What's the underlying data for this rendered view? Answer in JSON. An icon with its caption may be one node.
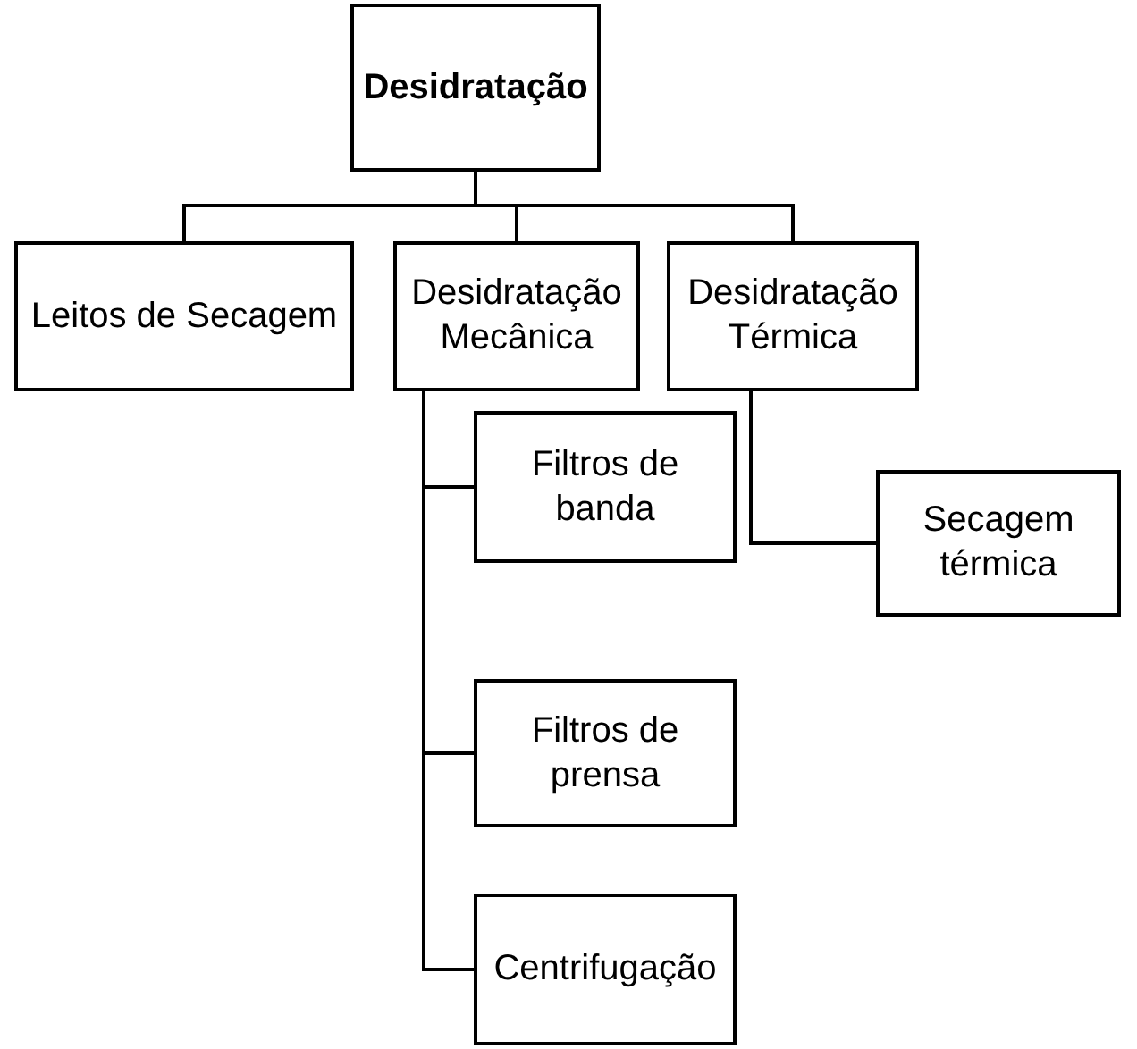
{
  "diagram": {
    "nodes": [
      {
        "text": [
          "Desidratação"
        ]
      },
      {
        "text": [
          "Leitos de Secagem"
        ]
      },
      {
        "text": [
          "Desidratação Mecânica"
        ]
      },
      {
        "text": [
          "Desidratação Térmica"
        ]
      },
      {
        "text": [
          "Filtros de banda"
        ]
      },
      {
        "text": [
          "Filtros de prensa"
        ]
      },
      {
        "text": [
          "Centrifugação"
        ]
      },
      {
        "text": [
          "Secagem térmica"
        ]
      }
    ],
    "edges": [
      {
        "from": 0,
        "to": 1,
        "arrow": "none"
      },
      {
        "from": 0,
        "to": 2,
        "arrow": "none"
      },
      {
        "from": 0,
        "to": 3,
        "arrow": "none"
      },
      {
        "from": 2,
        "to": 4,
        "arrow": "none"
      },
      {
        "from": 2,
        "to": 5,
        "arrow": "none"
      },
      {
        "from": 2,
        "to": 6,
        "arrow": "none"
      },
      {
        "from": 3,
        "to": 7,
        "arrow": "none"
      }
    ]
  }
}
